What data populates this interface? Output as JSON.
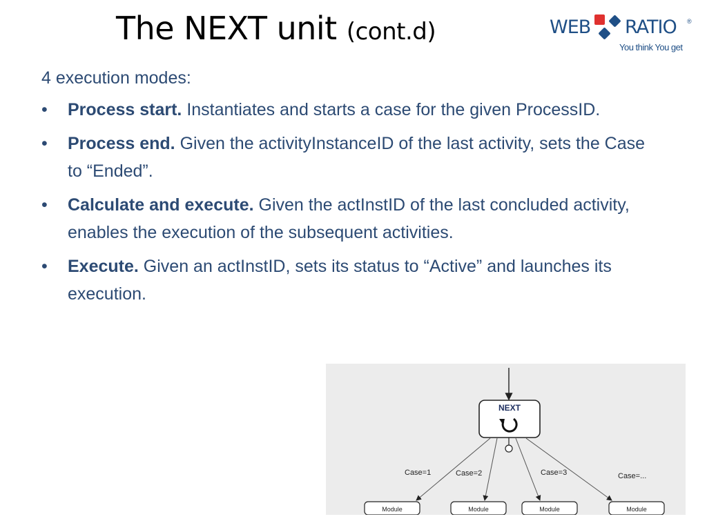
{
  "title": {
    "main": "The NEXT unit",
    "sub": "(cont.d)"
  },
  "logo": {
    "left": "WEB",
    "right": "RATIO",
    "registered": "®",
    "tagline": "You think You get",
    "colors": {
      "text": "#1f4f86",
      "red": "#e0312f",
      "blue": "#1f4f86"
    }
  },
  "intro": "4 execution modes:",
  "bullet_symbol": "•",
  "modes": [
    {
      "term": "Process start.",
      "desc": "Instantiates and starts a case for the given ProcessID."
    },
    {
      "term": "Process end.",
      "desc": "Given the activityInstanceID of the last activity, sets the Case to “Ended”."
    },
    {
      "term": "Calculate and execute.",
      "desc": "Given the actInstID of the last concluded activity, enables the execution of the subsequent activities."
    },
    {
      "term": "Execute.",
      "desc": "Given an actInstID, sets its status to “Active” and launches its execution."
    }
  ],
  "diagram": {
    "unit_label": "NEXT",
    "cases": [
      "Case=1",
      "Case=2",
      "Case=3",
      "Case=..."
    ],
    "modules": [
      "Module",
      "Module",
      "Module",
      "Module"
    ]
  }
}
